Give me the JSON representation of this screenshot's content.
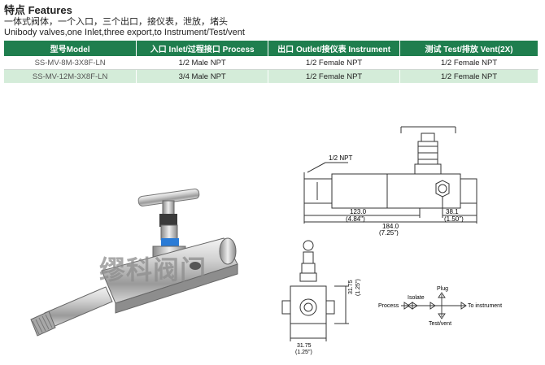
{
  "features": {
    "title": "特点 Features",
    "line_cn": "一体式阀体，一个入口，三个出口，接仪表，泄放，堵头",
    "line_en": "Unibody valves,one Inlet,three export,to Instrument/Test/vent"
  },
  "table": {
    "headers": [
      "型号Model",
      "入口 Inlet/过程接口 Process",
      "出口 Outlet/接仪表 Instrument",
      "测试 Test/排放 Vent(2X)"
    ],
    "rows": [
      [
        "SS-MV-8M-3X8F-LN",
        "1/2 Male NPT",
        "1/2 Female NPT",
        "1/2  Female NPT"
      ],
      [
        "SS-MV-12M-3X8F-LN",
        "3/4 Male NPT",
        "1/2 Female NPT",
        "1/2  Female NPT"
      ]
    ]
  },
  "watermark": "缪科阀门",
  "drawing_top": {
    "npt_label": "1/2 NPT",
    "dim_123": "123.0",
    "dim_123_in": "(4.84\")",
    "dim_184": "184.0",
    "dim_184_in": "(7.25\")",
    "dim_38": "38.1",
    "dim_38_in": "(1.50\")"
  },
  "drawing_bottom": {
    "dim_h": "31.75",
    "dim_h_in": "(1.25\")",
    "dim_w": "31.75",
    "dim_w_in": "(1.25\")"
  },
  "schematic": {
    "plug": "Plug",
    "isolate": "Isolate",
    "process": "Process",
    "to_instrument": "To instrument",
    "test_vent": "Test/vent"
  },
  "colors": {
    "header_green": "#1f7e4e",
    "row_tint": "#d4ecd9",
    "blue_band": "#2a7bd6"
  }
}
